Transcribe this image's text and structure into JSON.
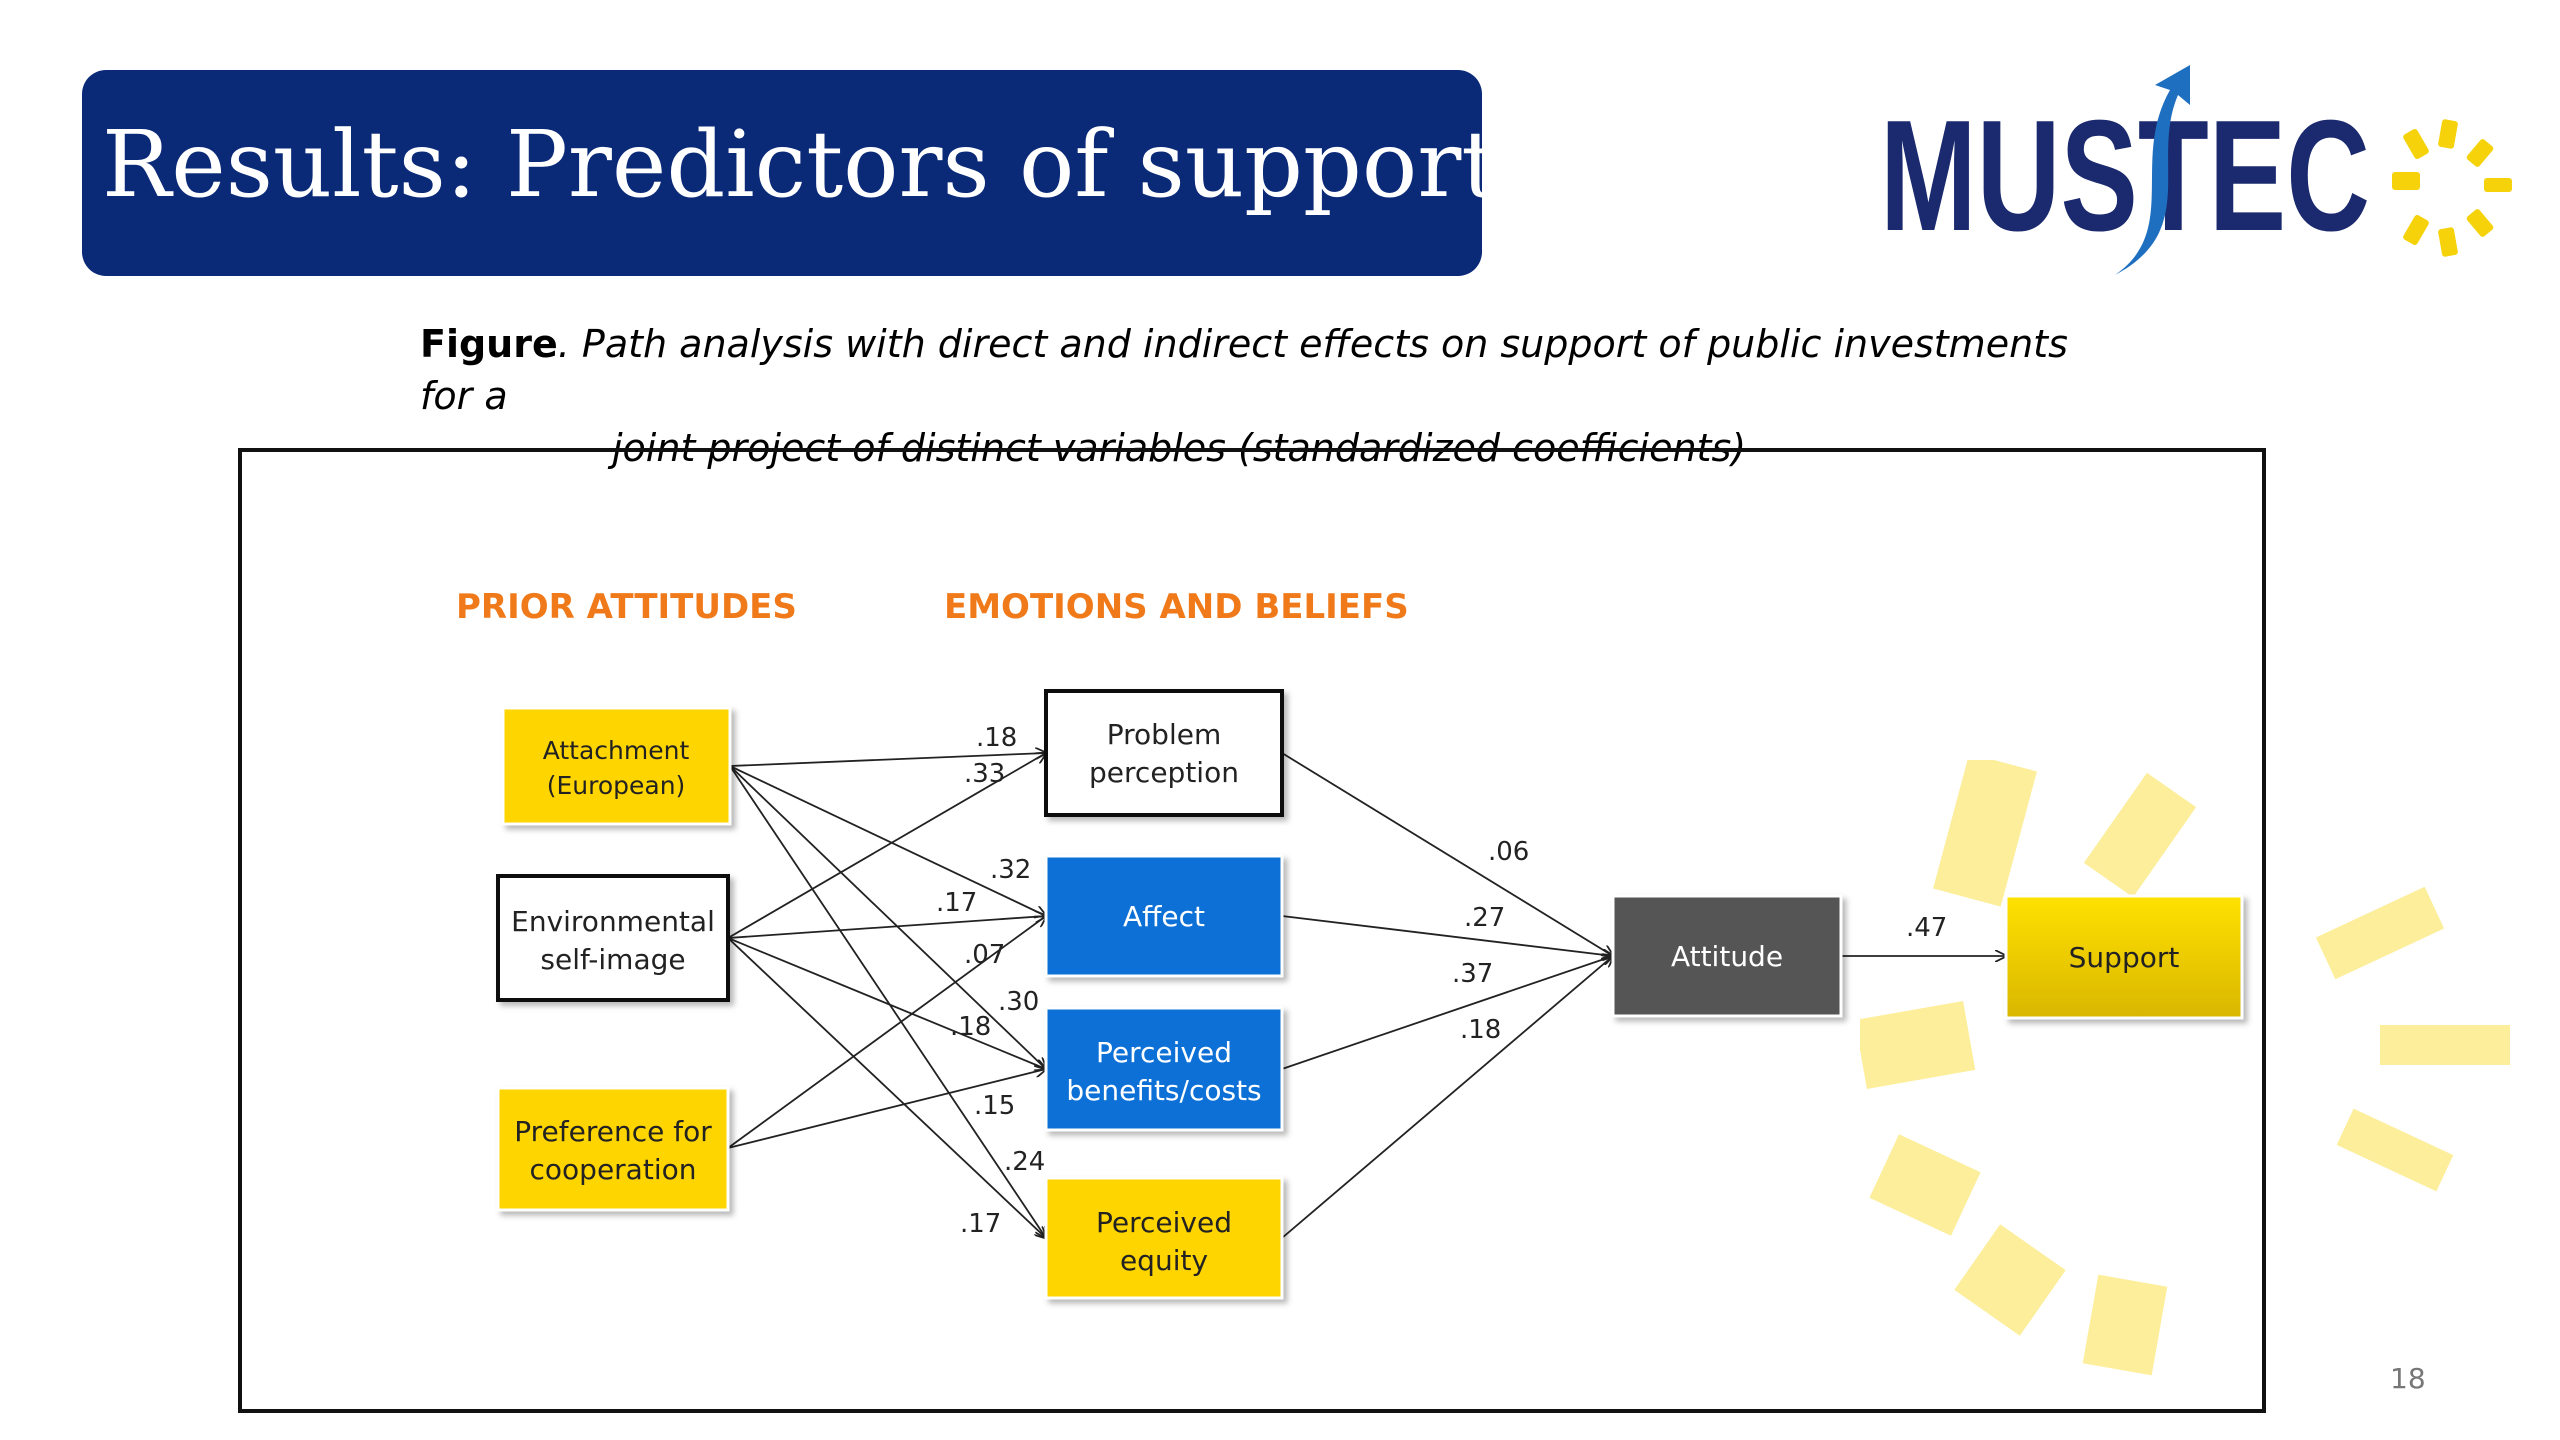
{
  "slide": {
    "title": "Results: Predictors of support",
    "page_number": "18"
  },
  "logo": {
    "text": "MUSTEC",
    "brand_color": "#1b2a6e",
    "arrow_color": "#1f6fc1",
    "sun_color": "#f5d20a"
  },
  "caption": {
    "label": "Figure",
    "text_line1": ". Path analysis with direct and indirect effects on support of public investments for a",
    "text_line2": "joint project of distinct variables (standardized coefficients)"
  },
  "diagram": {
    "section_headers": {
      "prior_attitudes": "PRIOR ATTITUDES",
      "emotions_beliefs": "EMOTIONS AND BELIEFS"
    },
    "header_color": "#f07a1a",
    "colors": {
      "yellow": "#ffd500",
      "blue": "#0a6fd6",
      "gray": "#555555",
      "white": "#ffffff"
    },
    "nodes": {
      "attachment": {
        "line1": "Attachment",
        "line2": "(European)"
      },
      "environmental": {
        "line1": "Environmental",
        "line2": "self-image"
      },
      "preference": {
        "line1": "Preference for",
        "line2": "cooperation"
      },
      "problem": {
        "line1": "Problem",
        "line2": "perception"
      },
      "affect": {
        "line1": "Affect"
      },
      "benefits": {
        "line1": "Perceived",
        "line2": "benefits/costs"
      },
      "equity": {
        "line1": "Perceived",
        "line2": "equity"
      },
      "attitude": {
        "line1": "Attitude"
      },
      "support": {
        "line1": "Support"
      }
    },
    "coefficients": {
      "attachment_problem": ".18",
      "environmental_problem": ".33",
      "attachment_affect": ".32",
      "environmental_affect": ".17",
      "preference_affect": ".07",
      "attachment_benefits": ".30",
      "environmental_benefits": ".18",
      "environmental_equity": ".15",
      "attachment_equity": ".24",
      "preference_benefits": ".17",
      "problem_attitude": ".06",
      "affect_attitude": ".27",
      "benefits_attitude": ".37",
      "equity_attitude": ".18",
      "attitude_support": ".47"
    }
  }
}
